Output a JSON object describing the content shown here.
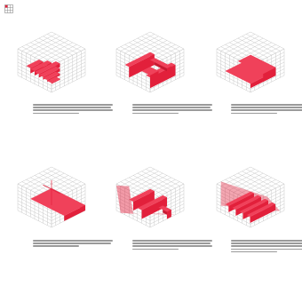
{
  "title": "",
  "colors": {
    "accent": "#e2203b",
    "grid": "#c9c9c9",
    "caption_text": "#9a9a9a",
    "background": "#ffffff"
  },
  "icons": {
    "corner_mark": "grid-with-red-square-icon"
  },
  "panels": [
    {
      "id": "p1",
      "shape": "stepped-red-mass",
      "caption_lines": 4
    },
    {
      "id": "p2",
      "shape": "red-courtyard-walls",
      "caption_lines": 4
    },
    {
      "id": "p3",
      "shape": "red-terraced-slab",
      "caption_lines": 4
    },
    {
      "id": "p4",
      "shape": "red-base-with-axis",
      "caption_lines": 3
    },
    {
      "id": "p5",
      "shape": "red-wall-projection",
      "caption_lines": 4
    },
    {
      "id": "p6",
      "shape": "red-rows-roof-projection",
      "caption_lines": 5
    }
  ]
}
